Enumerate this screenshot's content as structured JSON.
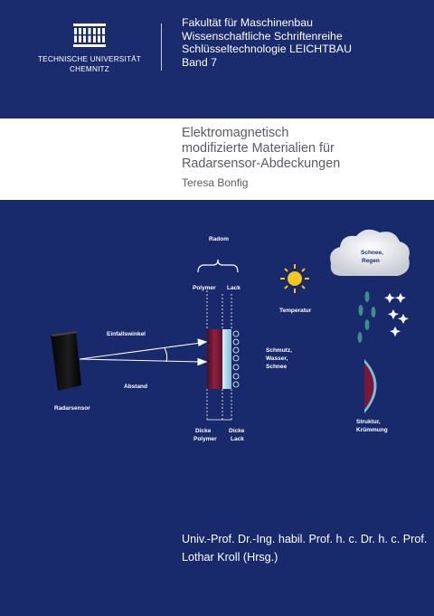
{
  "university": {
    "line1": "TECHNISCHE UNIVERSITÄT",
    "line2": "CHEMNITZ",
    "logo_icon": "tu-chemnitz-building-icon"
  },
  "series": {
    "faculty": "Fakultät für Maschinenbau",
    "series_name": "Wissenschaftliche Schriftenreihe",
    "sub_series": "Schlüsseltechnologie LEICHTBAU",
    "volume": "Band 7"
  },
  "book": {
    "title_line1": "Elektromagnetisch",
    "title_line2": "modifizierte Materialien für",
    "title_line3": "Radarsensor-Abdeckungen",
    "author": "Teresa Bonfig"
  },
  "diagram": {
    "radom": "Radom",
    "polymer": "Polymer",
    "lack": "Lack",
    "temperatur": "Temperatur",
    "snow_cloud_1": "Schnee,",
    "snow_cloud_2": "Regen",
    "einfallswinkel": "Einfallswinkel",
    "abstand": "Abstand",
    "radarsensor": "Radarsensor",
    "schmutz_1": "Schmutz,",
    "schmutz_2": "Wasser,",
    "schmutz_3": "Schnee",
    "dicke_polymer_1": "Dicke",
    "dicke_polymer_2": "Polymer",
    "dicke_lack_1": "Dicke",
    "dicke_lack_2": "Lack",
    "struktur_1": "Struktur,",
    "struktur_2": "Krümmung"
  },
  "editor": {
    "line1": "Univ.-Prof. Dr.-Ing. habil. Prof. h. c. Dr. h. c. Prof.",
    "line2": "Lothar Kroll (Hrsg.)"
  },
  "colors": {
    "background": "#182a6b",
    "title_band": "#ffffff",
    "title_text": "#5b5b63",
    "polymer": "#7a1835",
    "lack": "#9fd3ea"
  }
}
